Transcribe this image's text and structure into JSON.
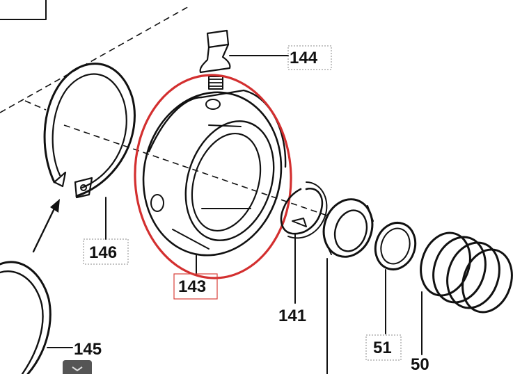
{
  "parts": {
    "p144": "144",
    "p146": "146",
    "p143": "143",
    "p141": "141",
    "p145": "145",
    "p51": "51",
    "p50": "50"
  },
  "highlight": {
    "color": "#d32f2f",
    "target": "143"
  }
}
